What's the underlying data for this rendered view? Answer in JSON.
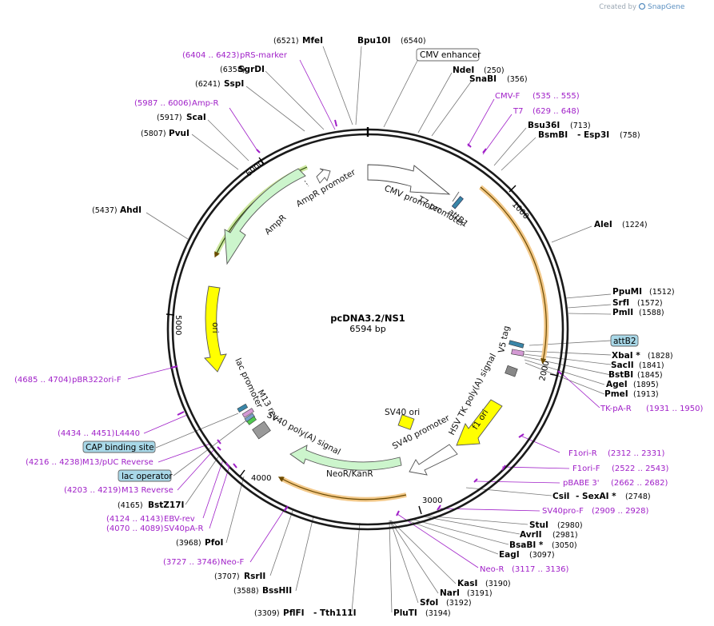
{
  "credit": {
    "prefix": "Created by",
    "brand": "SnapGene"
  },
  "plasmid": {
    "name": "pcDNA3.2/NS1",
    "size": "6594 bp"
  },
  "ticks": [
    "1000",
    "2000",
    "3000",
    "4000",
    "5000",
    "6000"
  ],
  "features": {
    "cmv_promoter": "CMV promoter",
    "t7_promoter": "T7 promoter",
    "attb1": "attB1",
    "v5_tag": "V5 tag",
    "hsv_tk": "HSV TK poly(A) signal",
    "f1_ori": "f1 ori",
    "sv40_ori": "SV40 ori",
    "sv40_promoter": "SV40 promoter",
    "neor": "NeoR/KanR",
    "sv40_polya": "SV40 poly(A) signal",
    "m13_rev": "M13 rev",
    "lac_promoter": "lac promoter",
    "ori": "ori",
    "ampr": "AmpR",
    "ampr_promoter": "AmpR promoter"
  },
  "labels": [
    {
      "id": "mfei",
      "name": "MfeI",
      "pos": "(6521)"
    },
    {
      "id": "bpu10i",
      "name": "Bpu10I",
      "pos": "(6540)"
    },
    {
      "id": "cmv_enh",
      "name": "CMV enhancer"
    },
    {
      "id": "prs",
      "name": "pRS-marker",
      "pos": "(6404 .. 6423)"
    },
    {
      "id": "sgrdi",
      "name": "SgrDI",
      "pos": "(6358)"
    },
    {
      "id": "ndei",
      "name": "NdeI",
      "pos": "(250)"
    },
    {
      "id": "snabi",
      "name": "SnaBI",
      "pos": "(356)"
    },
    {
      "id": "sspi",
      "name": "SspI",
      "pos": "(6241)"
    },
    {
      "id": "cmvf",
      "name": "CMV-F",
      "pos": "(535 .. 555)"
    },
    {
      "id": "ampr_p",
      "name": "Amp-R",
      "pos": "(5987 .. 6006)"
    },
    {
      "id": "t7",
      "name": "T7",
      "pos": "(629 .. 648)"
    },
    {
      "id": "scai",
      "name": "ScaI",
      "pos": "(5917)"
    },
    {
      "id": "bsu36i",
      "name": "Bsu36I",
      "pos": "(713)"
    },
    {
      "id": "pvui",
      "name": "PvuI",
      "pos": "(5807)"
    },
    {
      "id": "bsmbi",
      "name": "BsmBI",
      "extra": "- Esp3I",
      "pos": "(758)"
    },
    {
      "id": "ahdi",
      "name": "AhdI",
      "pos": "(5437)"
    },
    {
      "id": "alei",
      "name": "AleI",
      "pos": "(1224)"
    },
    {
      "id": "ppumi",
      "name": "PpuMI",
      "pos": "(1512)"
    },
    {
      "id": "srfi",
      "name": "SrfI",
      "pos": "(1572)"
    },
    {
      "id": "pmli",
      "name": "PmlI",
      "pos": "(1588)"
    },
    {
      "id": "attb2",
      "name": "attB2"
    },
    {
      "id": "xbai",
      "name": "XbaI *",
      "pos": "(1828)"
    },
    {
      "id": "sacii",
      "name": "SacII",
      "pos": "(1841)"
    },
    {
      "id": "bstbi",
      "name": "BstBI",
      "pos": "(1845)"
    },
    {
      "id": "agei",
      "name": "AgeI",
      "pos": "(1895)"
    },
    {
      "id": "pmei",
      "name": "PmeI",
      "pos": "(1913)"
    },
    {
      "id": "tkpar",
      "name": "TK-pA-R",
      "pos": "(1931 .. 1950)"
    },
    {
      "id": "pbr",
      "name": "pBR322ori-F",
      "pos": "(4685 .. 4704)"
    },
    {
      "id": "l4440",
      "name": "L4440",
      "pos": "(4434 .. 4451)"
    },
    {
      "id": "cap",
      "name": "CAP binding site"
    },
    {
      "id": "m13puc",
      "name": "M13/pUC Reverse",
      "pos": "(4216 .. 4238)"
    },
    {
      "id": "lacop",
      "name": "lac operator"
    },
    {
      "id": "m13rev",
      "name": "M13 Reverse",
      "pos": "(4203 .. 4219)"
    },
    {
      "id": "bstz17i",
      "name": "BstZ17I",
      "pos": "(4165)"
    },
    {
      "id": "ebvrev",
      "name": "EBV-rev",
      "pos": "(4124 .. 4143)"
    },
    {
      "id": "sv40par",
      "name": "SV40pA-R",
      "pos": "(4070 .. 4089)"
    },
    {
      "id": "pfoi",
      "name": "PfoI",
      "pos": "(3968)"
    },
    {
      "id": "neof",
      "name": "Neo-F",
      "pos": "(3727 .. 3746)"
    },
    {
      "id": "rsrii",
      "name": "RsrII",
      "pos": "(3707)"
    },
    {
      "id": "bsshii",
      "name": "BssHII",
      "pos": "(3588)"
    },
    {
      "id": "pflfi",
      "name": "PflFI",
      "extra": "- Tth111I",
      "pos": "(3309)"
    },
    {
      "id": "f1orir",
      "name": "F1ori-R",
      "pos": "(2312 .. 2331)"
    },
    {
      "id": "f1orif",
      "name": "F1ori-F",
      "pos": "(2522 .. 2543)"
    },
    {
      "id": "pbabe",
      "name": "pBABE 3'",
      "pos": "(2662 .. 2682)"
    },
    {
      "id": "csii",
      "name": "CsiI",
      "extra": "- SexAI *",
      "pos": "(2748)"
    },
    {
      "id": "sv40prof",
      "name": "SV40pro-F",
      "pos": "(2909 .. 2928)"
    },
    {
      "id": "stui",
      "name": "StuI",
      "pos": "(2980)"
    },
    {
      "id": "avrii",
      "name": "AvrII",
      "pos": "(2981)"
    },
    {
      "id": "bsabi",
      "name": "BsaBI *",
      "pos": "(3050)"
    },
    {
      "id": "eagi",
      "name": "EagI",
      "pos": "(3097)"
    },
    {
      "id": "neor_p",
      "name": "Neo-R",
      "pos": "(3117 .. 3136)"
    },
    {
      "id": "kasi",
      "name": "KasI",
      "pos": "(3190)"
    },
    {
      "id": "nari",
      "name": "NarI",
      "pos": "(3191)"
    },
    {
      "id": "sfoi",
      "name": "SfoI",
      "pos": "(3192)"
    },
    {
      "id": "pluti",
      "name": "PluTI",
      "pos": "(3194)"
    }
  ]
}
